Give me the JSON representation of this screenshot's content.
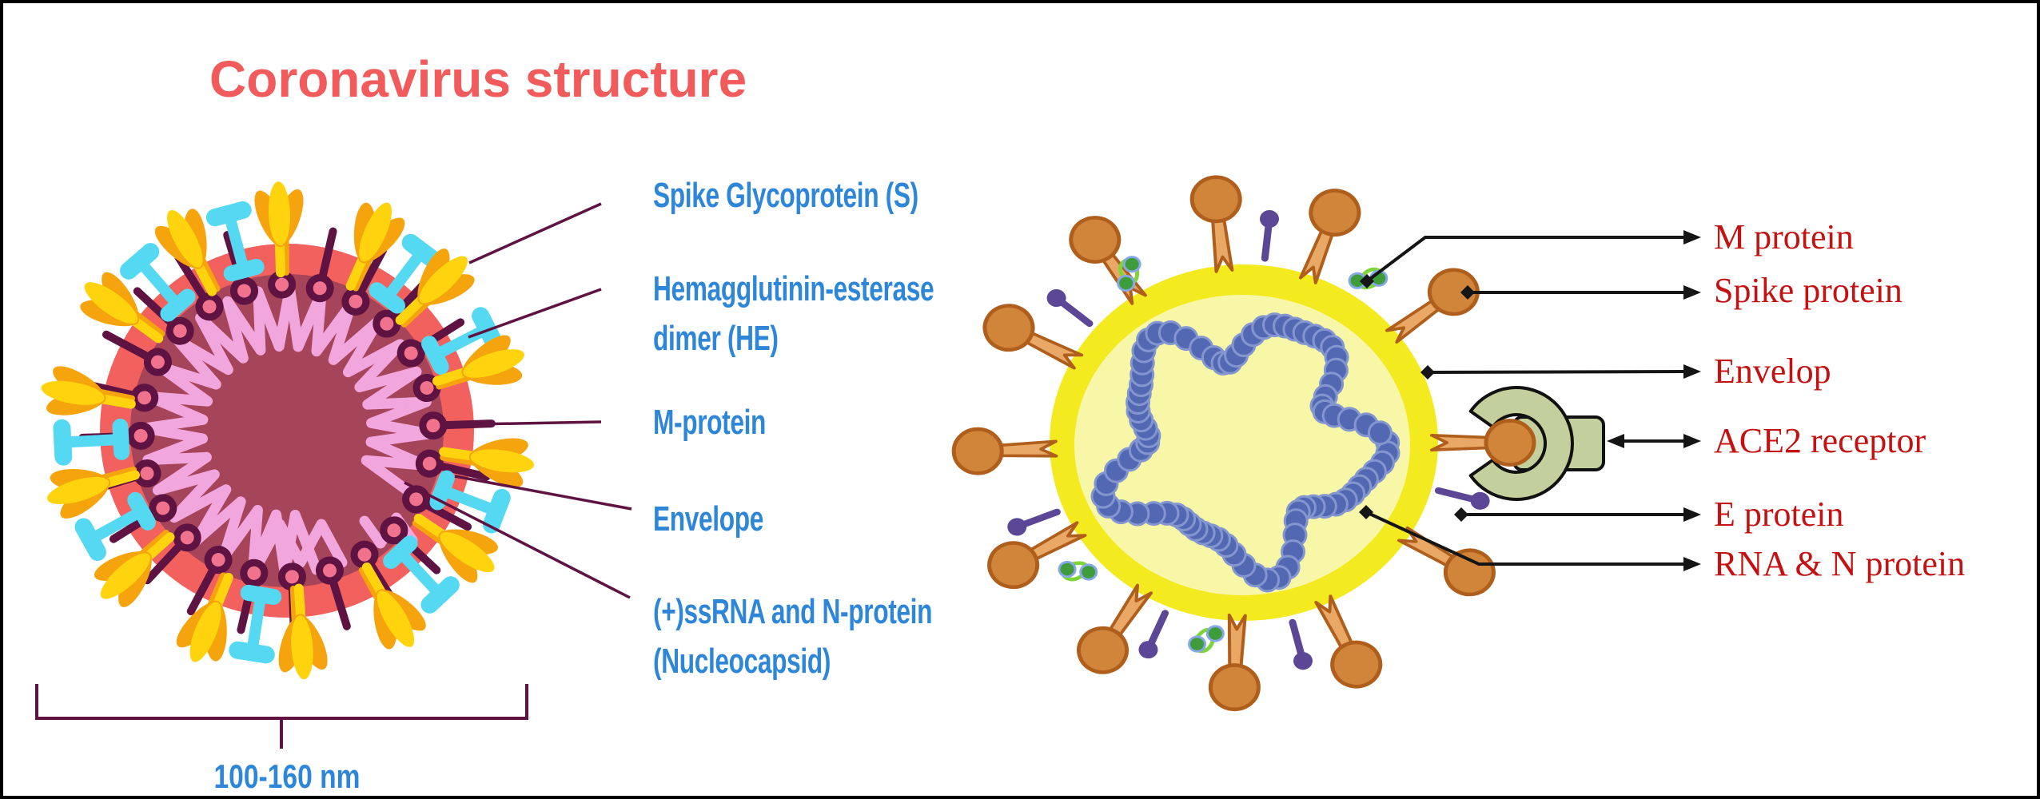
{
  "title": "Coronavirus structure",
  "left_figure": {
    "description": "Cross-section diagram of a coronavirus virion",
    "labels": [
      {
        "id": "spike",
        "text": "Spike Glycoprotein (S)"
      },
      {
        "id": "he_dimer",
        "text": "Hemagglutinin-esterase\ndimer (HE)"
      },
      {
        "id": "m_protein",
        "text": "M-protein"
      },
      {
        "id": "envelope",
        "text": "Envelope"
      },
      {
        "id": "rna",
        "text": "(+)ssRNA and N-protein\n(Nucleocapsid)"
      }
    ],
    "size_label": "100-160 nm"
  },
  "right_figure": {
    "description": "Coronavirus virion with ACE2 receptor diagram",
    "labels": [
      {
        "id": "m_protein",
        "text": "M protein"
      },
      {
        "id": "spike_protein",
        "text": "Spike protein"
      },
      {
        "id": "envelop",
        "text": "Envelop"
      },
      {
        "id": "ace2",
        "text": "ACE2 receptor"
      },
      {
        "id": "e_protein",
        "text": "E protein"
      },
      {
        "id": "rna_n",
        "text": "RNA & N protein"
      }
    ]
  },
  "colors": {
    "title": "#F15B5B",
    "left_label_blue": "#2E86D9",
    "left_line_plum": "#5E1342",
    "left_envelope_ring": "#F2615D",
    "left_core": "#A64459",
    "left_rna_squiggle": "#F2A6DE",
    "left_spike_yellow": "#FFD40E",
    "left_spike_orange": "#F6A40E",
    "left_he_dimer_cyan": "#55D9F2",
    "left_knob_pink": "#F0728C",
    "right_label_red": "#C41212",
    "right_arrow_black": "#151515",
    "right_membrane_yellow": "#F3EA20",
    "right_interior_pale": "#F8F7A8",
    "right_bead_blue": "#5368B2",
    "right_bead_edge": "#8496CF",
    "right_spike_head": "#D0853B",
    "right_spike_stem": "#E9A866",
    "right_spike_outline": "#AF5E1C",
    "right_e_pin_purple": "#5C4796",
    "right_sprout_green": "#3F9C3B",
    "right_sprout_loop": "#7CD637",
    "right_receptor_green": "#C3CF9C"
  }
}
